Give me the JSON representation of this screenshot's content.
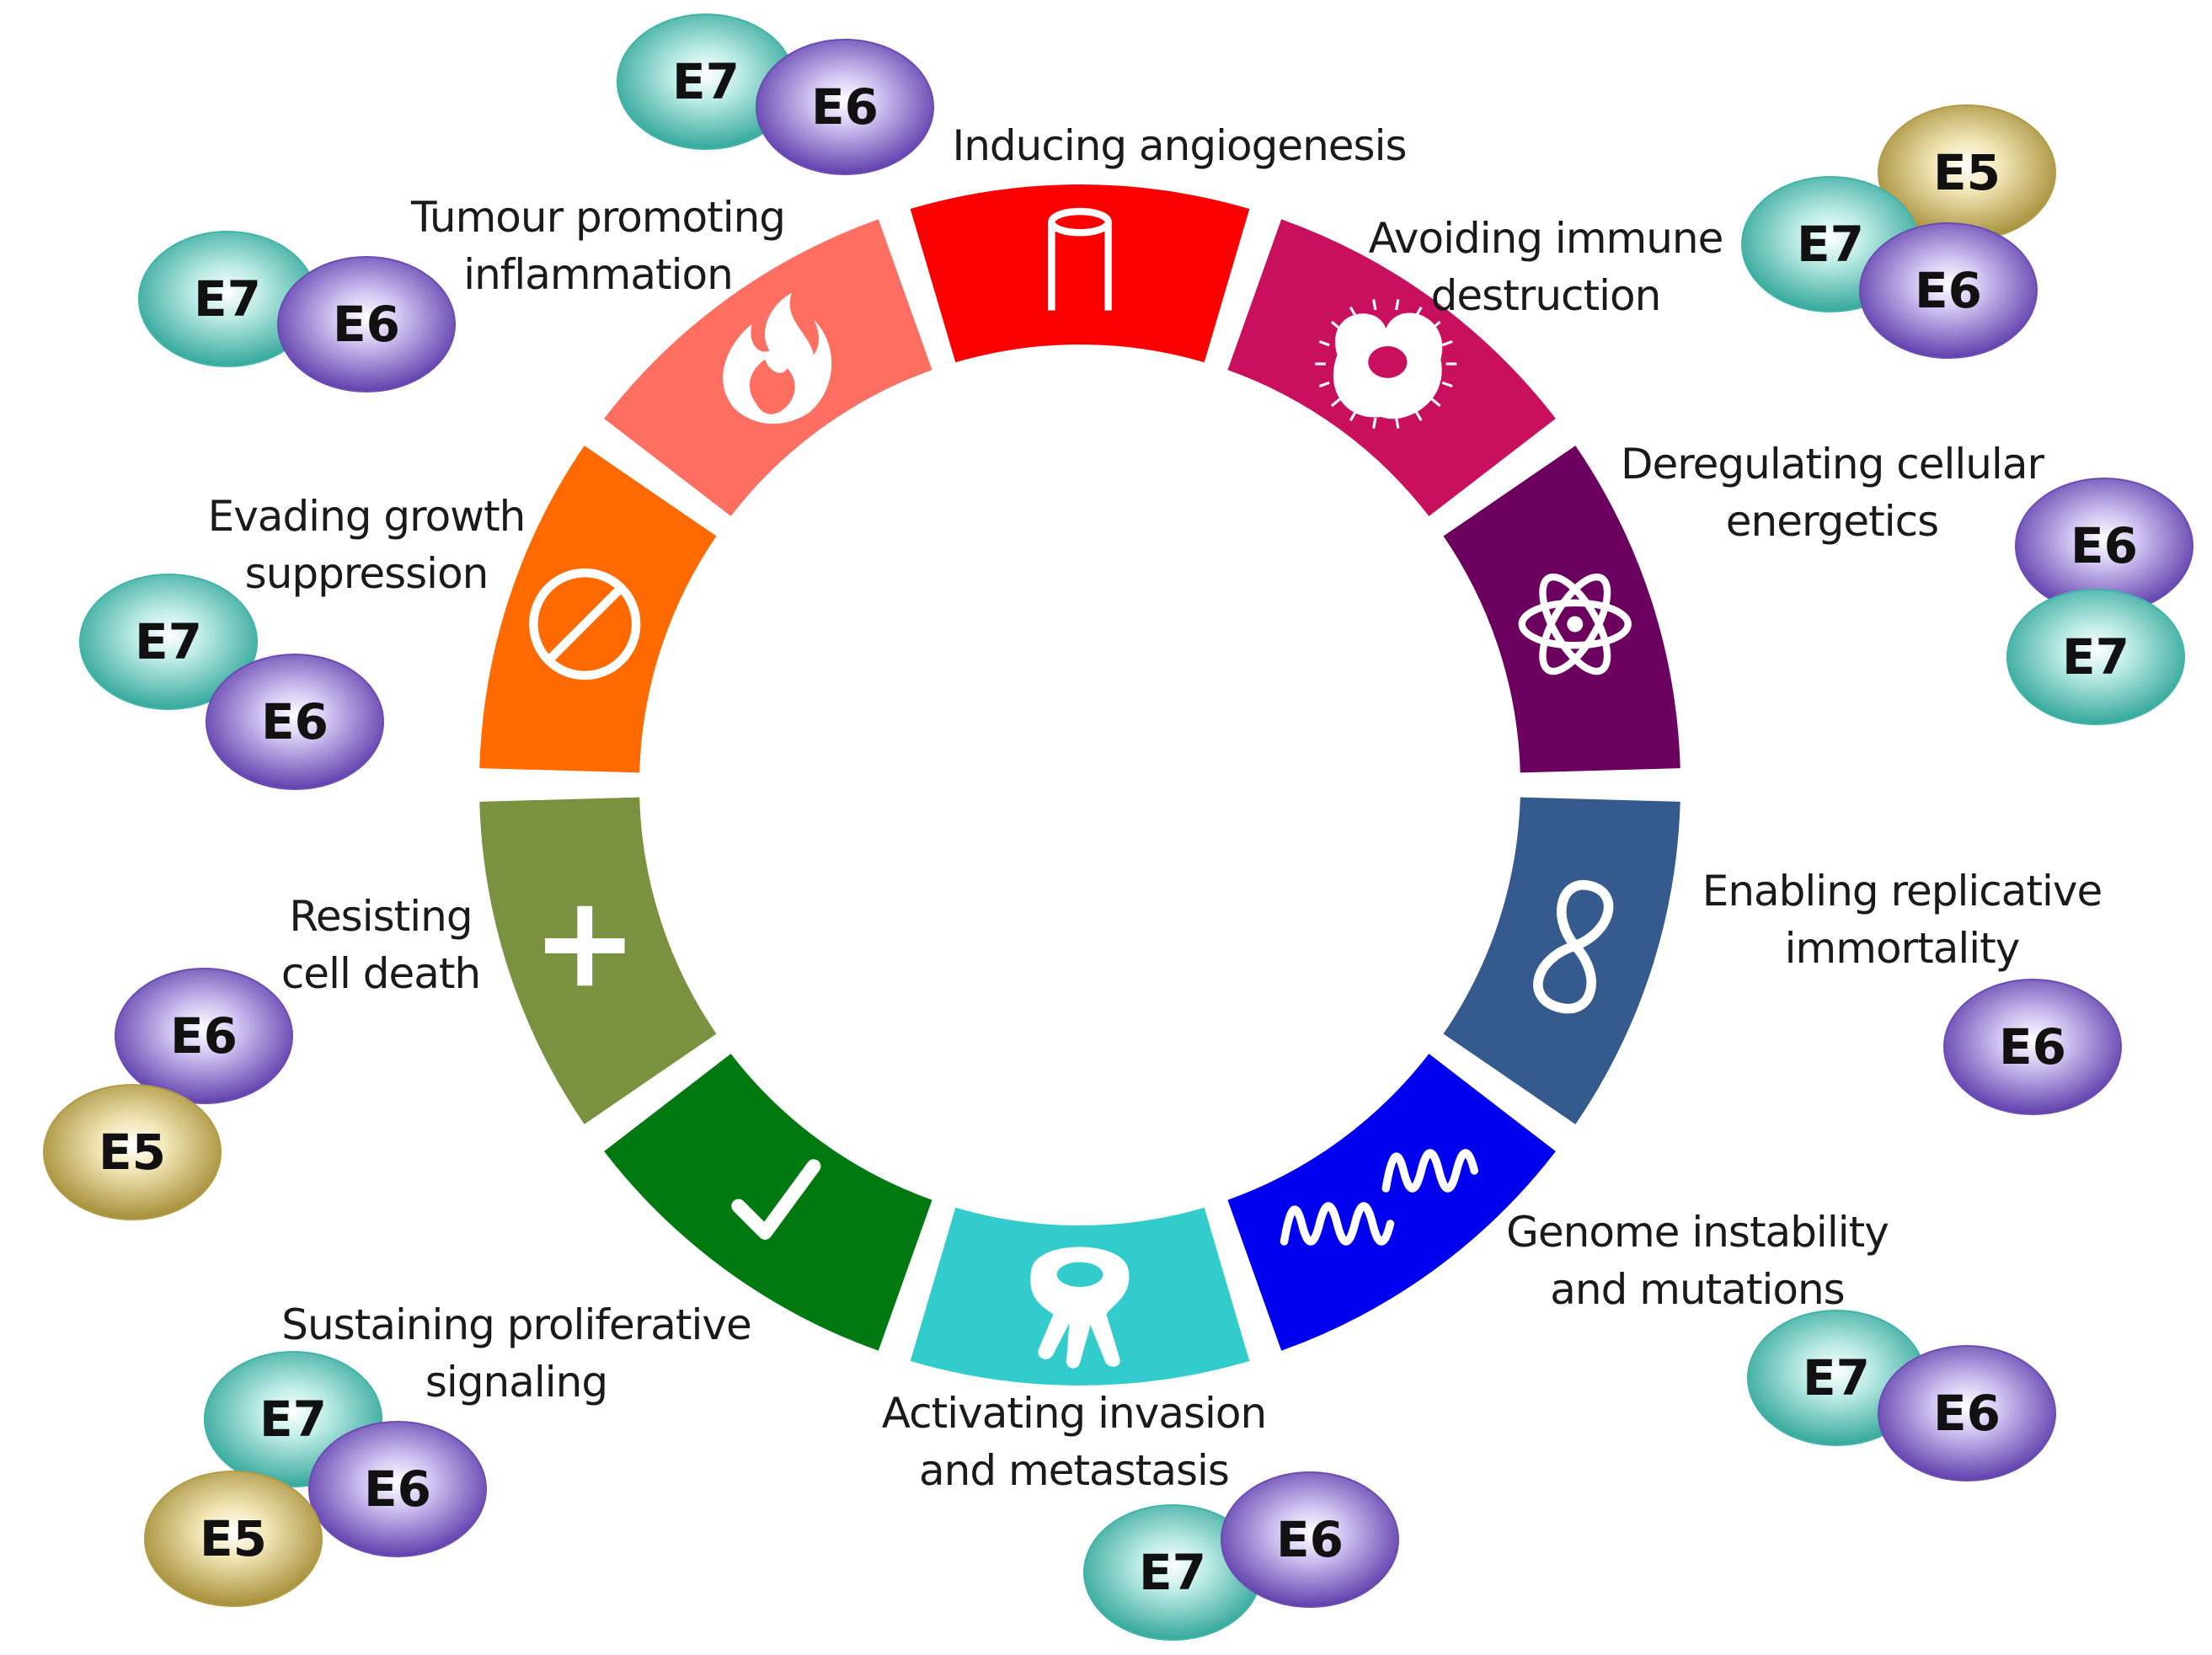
{
  "oncoprotein_colors": {
    "E5": "#b29c45",
    "E6": "#6c4bb5",
    "E7": "#3fb4a8"
  },
  "hallmarks": [
    {
      "name": "Inducing angiogenesis",
      "label_lines": [
        "Inducing angiogenesis"
      ],
      "color": "#fb0000",
      "icon": "vessel-icon",
      "oncoproteins": [
        "E7",
        "E6"
      ]
    },
    {
      "name": "Avoiding immune destruction",
      "label_lines": [
        "Avoiding immune",
        "destruction"
      ],
      "color": "#c9105e",
      "icon": "immune-cell-icon",
      "oncoproteins": [
        "E5",
        "E7",
        "E6"
      ]
    },
    {
      "name": "Deregulating cellular energetics",
      "label_lines": [
        "Deregulating cellular",
        "energetics"
      ],
      "color": "#6b005f",
      "icon": "atom-icon",
      "oncoproteins": [
        "E6",
        "E7"
      ]
    },
    {
      "name": "Enabling replicative immortality",
      "label_lines": [
        "Enabling replicative",
        "immortality"
      ],
      "color": "#355b8e",
      "icon": "infinity-icon",
      "oncoproteins": [
        "E6"
      ]
    },
    {
      "name": "Genome instability and mutations",
      "label_lines": [
        "Genome instability",
        "and mutations"
      ],
      "color": "#0000ee",
      "icon": "dna-icon",
      "oncoproteins": [
        "E7",
        "E6"
      ]
    },
    {
      "name": "Activating invasion and metastasis",
      "label_lines": [
        "Activating invasion",
        "and metastasis"
      ],
      "color": "#33cccc",
      "icon": "invasive-cell-icon",
      "oncoproteins": [
        "E7",
        "E6"
      ]
    },
    {
      "name": "Sustaining proliferative signaling",
      "label_lines": [
        "Sustaining proliferative",
        "signaling"
      ],
      "color": "#007a10",
      "icon": "checkmark-icon",
      "oncoproteins": [
        "E7",
        "E6",
        "E5"
      ]
    },
    {
      "name": "Resisting cell death",
      "label_lines": [
        "Resisting",
        "cell death"
      ],
      "color": "#7a9140",
      "icon": "cross-icon",
      "oncoproteins": [
        "E6",
        "E5"
      ]
    },
    {
      "name": "Evading growth suppression",
      "label_lines": [
        "Evading growth",
        "suppression"
      ],
      "color": "#ff6a00",
      "icon": "prohibited-icon",
      "oncoproteins": [
        "E7",
        "E6"
      ]
    },
    {
      "name": "Tumour promoting inflammation",
      "label_lines": [
        "Tumour promoting",
        "inflammation"
      ],
      "color": "#ff6f61",
      "icon": "flame-icon",
      "oncoproteins": [
        "E7",
        "E6"
      ]
    }
  ]
}
